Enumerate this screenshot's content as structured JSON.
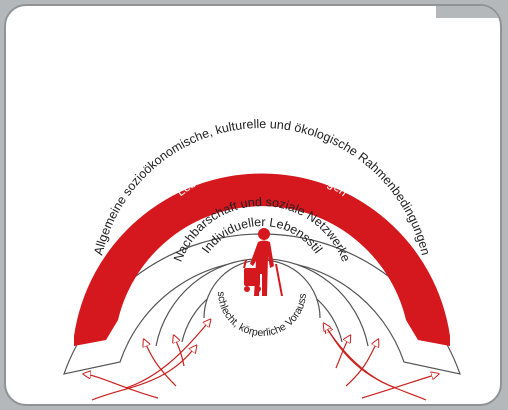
{
  "diagram": {
    "rings": [
      {
        "label": "Allgemeine sozioökonomische, kulturelle und ökologische Rahmenbedingungen"
      },
      {
        "label": "Lebens- und Arbeitsbedingungen"
      },
      {
        "label": "Nachbarschaft und soziale Netzwerke"
      },
      {
        "label": "Individueller Lebensstil"
      },
      {
        "label": "Alter, Geschlecht, körperliche Voraussetzungen"
      }
    ],
    "figure_icon": "elderly-person-with-walker-icon",
    "colors": {
      "accent": "#d5171e",
      "ring_outline": "#555555",
      "arrow": "#c8221f",
      "background": "#b5b8bb"
    }
  }
}
